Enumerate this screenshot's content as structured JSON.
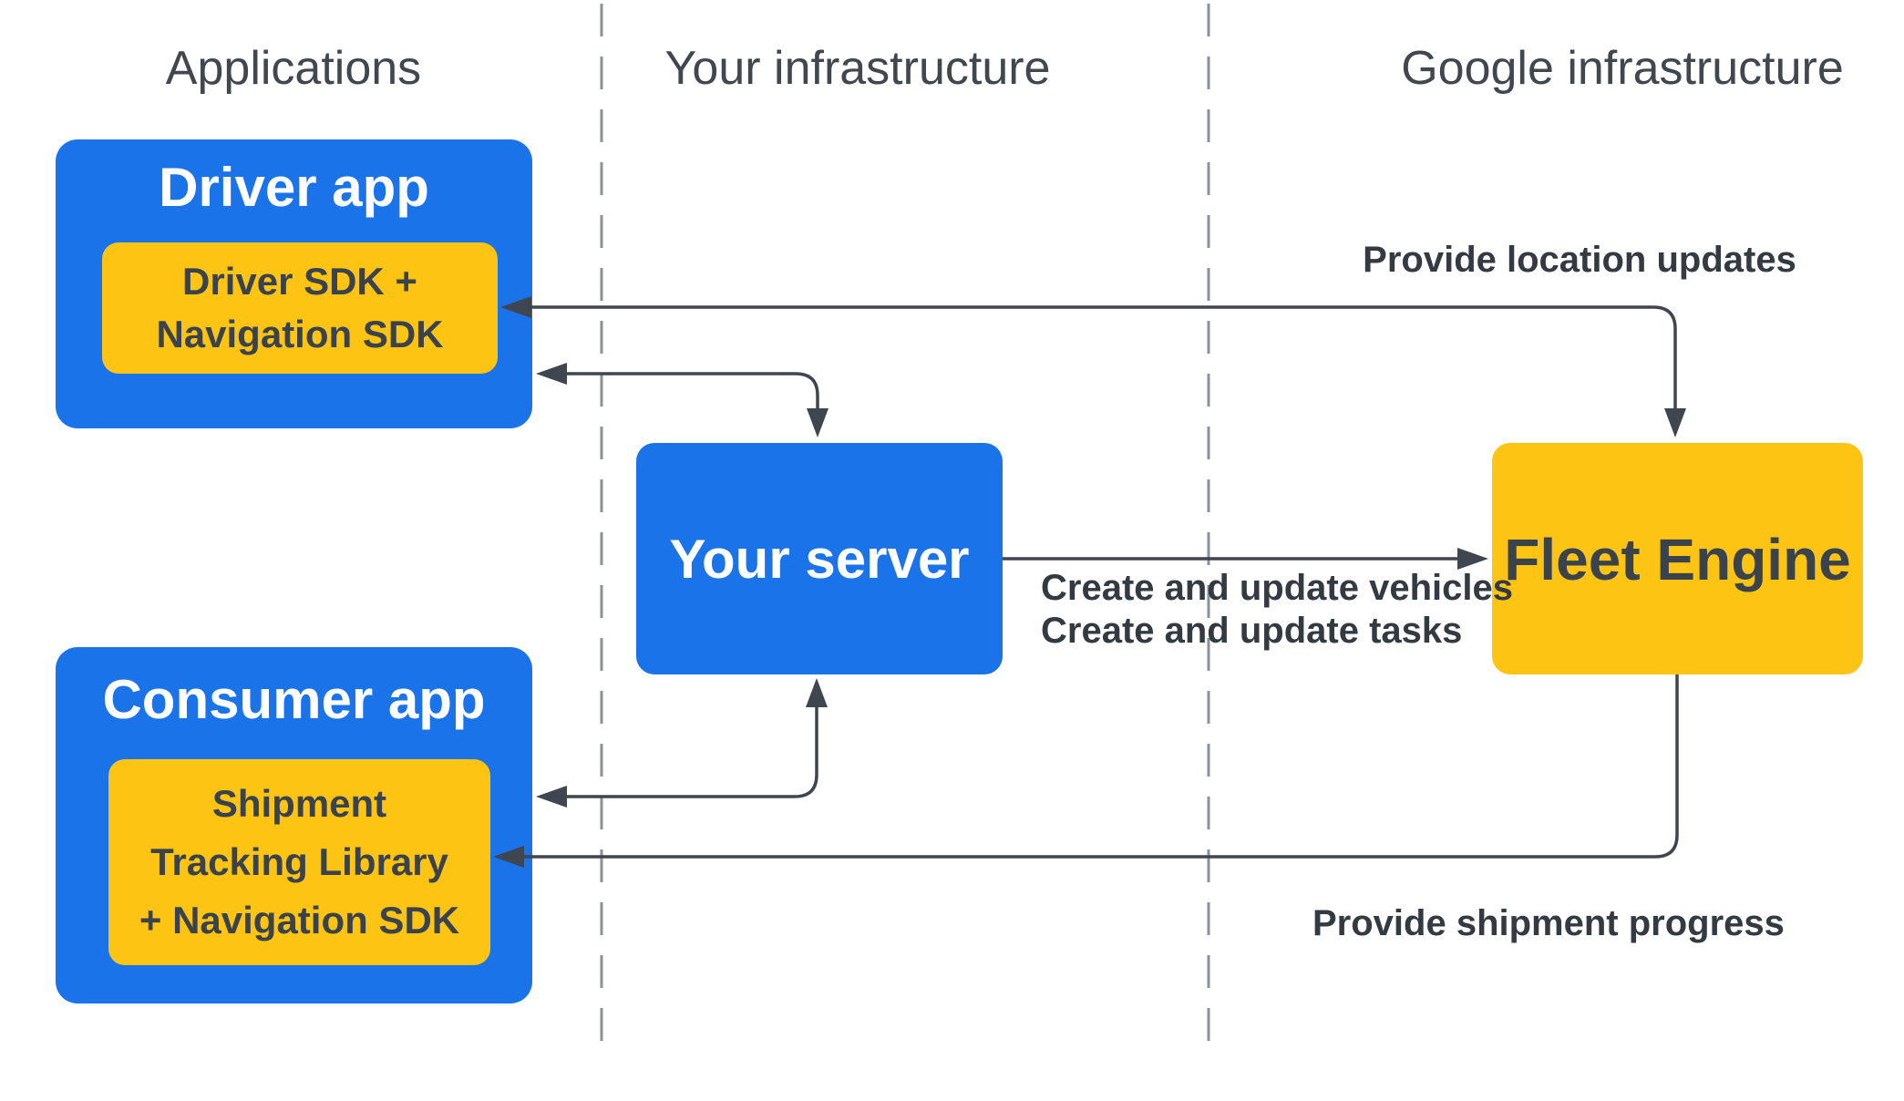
{
  "columns": {
    "applications": "Applications",
    "your_infrastructure": "Your infrastructure",
    "google_infrastructure": "Google infrastructure"
  },
  "nodes": {
    "driver_app": {
      "title": "Driver app",
      "sdk_lines": [
        "Driver SDK +",
        "Navigation SDK"
      ]
    },
    "consumer_app": {
      "title": "Consumer app",
      "sdk_lines": [
        "Shipment",
        "Tracking Library",
        "+ Navigation SDK"
      ]
    },
    "your_server": {
      "title": "Your server"
    },
    "fleet_engine": {
      "title": "Fleet Engine"
    }
  },
  "arrow_labels": {
    "provide_location_updates": "Provide location updates",
    "create_update_lines": [
      "Create and update vehicles",
      "Create and update tasks"
    ],
    "provide_shipment_progress": "Provide shipment progress"
  },
  "colors": {
    "blue": "#1A73E8",
    "yellow": "#FDC414",
    "arrow": "#3F464F",
    "dash": "#8A9199",
    "header_text": "#40474F",
    "label_text": "#333A41",
    "dark_text": "#3A424C",
    "white_text": "#FFFFFF",
    "background": "#FFFFFF"
  }
}
